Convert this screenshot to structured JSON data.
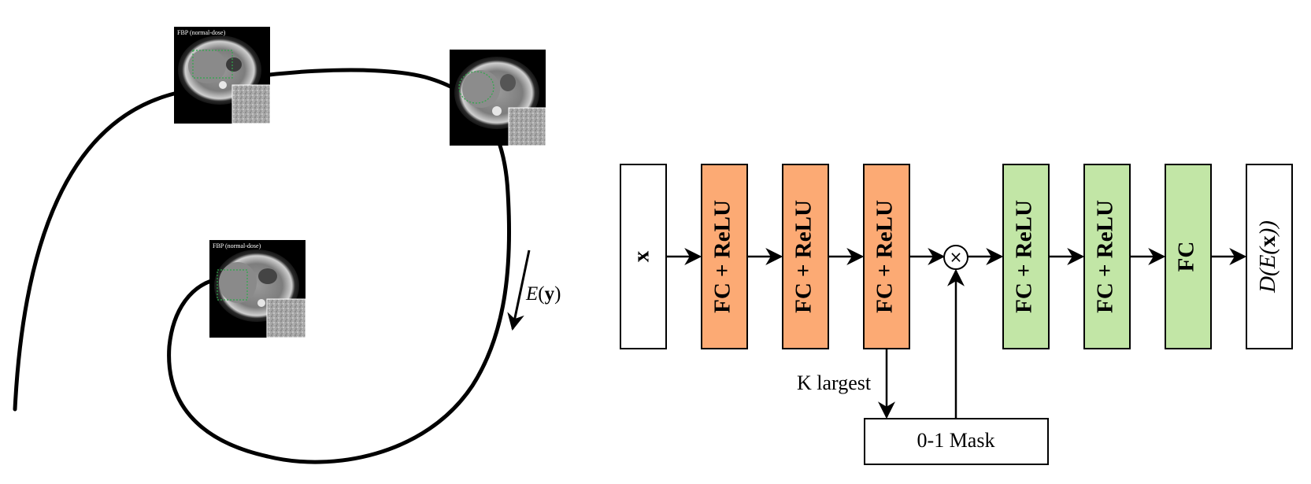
{
  "colors": {
    "encoder": "#fcaa74",
    "decoder": "#c2e6a6",
    "io": "#ffffff",
    "stroke": "#000000"
  },
  "left_panel": {
    "ct_images": [
      {
        "label": "FBP (normal-dose)"
      },
      {
        "label": ""
      },
      {
        "label": "FBP (normal-dose)"
      }
    ],
    "trajectory_label": {
      "func": "E",
      "arg": "y"
    }
  },
  "network": {
    "input": {
      "label": "x"
    },
    "encoder": [
      {
        "label": "FC + ReLU"
      },
      {
        "label": "FC + ReLU"
      },
      {
        "label": "FC + ReLU"
      }
    ],
    "multiply_symbol": "×",
    "decoder": [
      {
        "label": "FC + ReLU"
      },
      {
        "label": "FC + ReLU"
      },
      {
        "label": "FC"
      }
    ],
    "output": {
      "outer": "D",
      "inner_func": "E",
      "arg": "x"
    },
    "branch_label": "K largest",
    "mask": {
      "label": "0-1 Mask"
    }
  }
}
